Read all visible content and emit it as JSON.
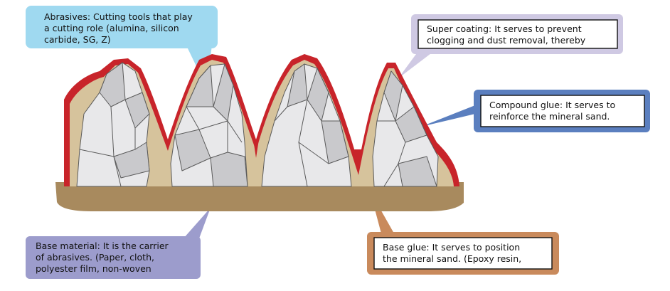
{
  "callouts": {
    "abrasives": "Abrasives: Cutting tools that play\na cutting role (alumina, silicon\ncarbide, SG, Z)",
    "super_coating": "Super coating: It serves to prevent\nclogging and dust removal, thereby",
    "compound_glue": "Compound glue: It serves to\nreinforce the mineral sand.",
    "base_material": "Base material: It is the carrier\nof abrasives. (Paper, cloth,\npolyester film, non-woven",
    "base_glue": "Base glue: It serves to position\nthe mineral sand. (Epoxy resin,"
  },
  "colors": {
    "abrasives_box": "#9fd9f0",
    "super_coating_frame": "#cfc9e3",
    "compound_glue_frame": "#5b7fbf",
    "base_material_box": "#9c9ccc",
    "base_glue_frame": "#c98a5c",
    "coating_red": "#c8242a",
    "compound_tan": "#d6c39c",
    "base_brown": "#a88a5e",
    "grain_light": "#e8e8ea",
    "grain_mid": "#c9c9cc",
    "grain_edge": "#5a5a5a"
  }
}
